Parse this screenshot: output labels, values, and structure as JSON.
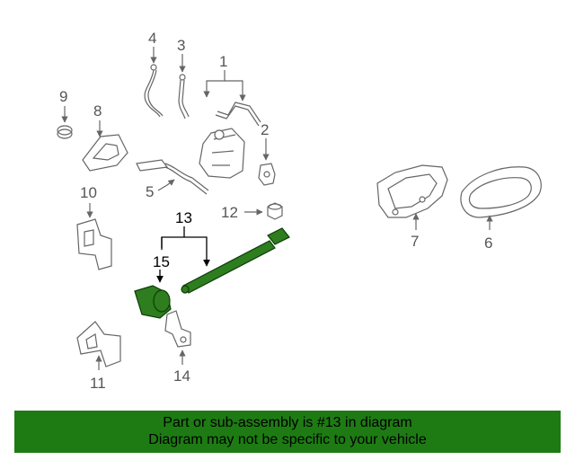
{
  "callouts": {
    "c1": "1",
    "c2": "2",
    "c3": "3",
    "c4": "4",
    "c5": "5",
    "c6": "6",
    "c7": "7",
    "c8": "8",
    "c9": "9",
    "c10": "10",
    "c11": "11",
    "c12": "12",
    "c13": "13",
    "c14": "14",
    "c15": "15"
  },
  "colors": {
    "highlight": "#2e7d1e",
    "banner": "#1e7b14",
    "line": "#666666"
  },
  "banner": {
    "line1": "Part or sub-assembly is #13 in diagram",
    "line2": "Diagram may not be specific to your vehicle"
  }
}
